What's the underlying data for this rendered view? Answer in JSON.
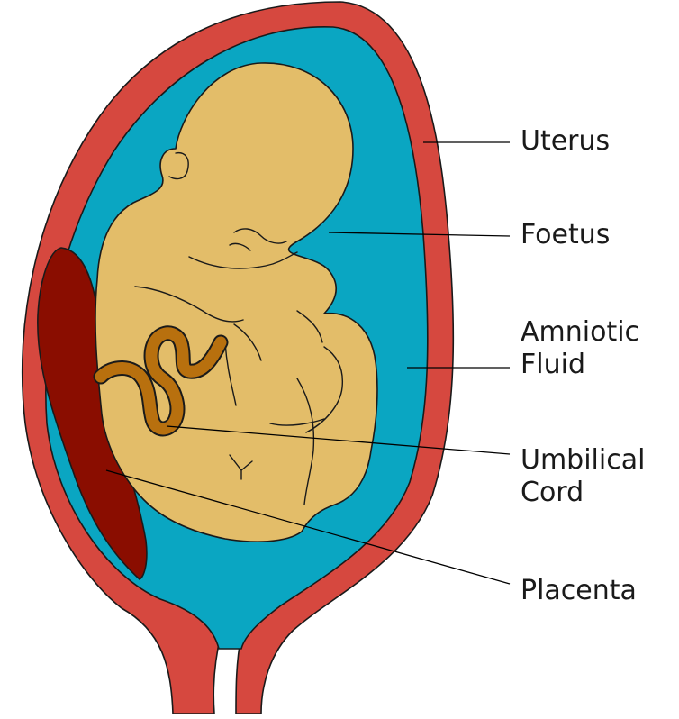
{
  "diagram": {
    "labels": [
      {
        "id": "uterus",
        "text": "Uterus"
      },
      {
        "id": "foetus",
        "text": "Foetus"
      },
      {
        "id": "amniotic-fluid",
        "line1": "Amniotic",
        "line2": "Fluid"
      },
      {
        "id": "umbilical-cord",
        "line1": "Umbilical",
        "line2": "Cord"
      },
      {
        "id": "placenta",
        "text": "Placenta"
      }
    ]
  },
  "colors": {
    "uterus_wall": "#d6483f",
    "amniotic_fluid": "#0aa6c2",
    "foetus_skin": "#e3bd69",
    "placenta": "#8a0d00",
    "umbilical_cord": "#b8700e",
    "outline": "#1a1a1a",
    "background": "#ffffff"
  }
}
